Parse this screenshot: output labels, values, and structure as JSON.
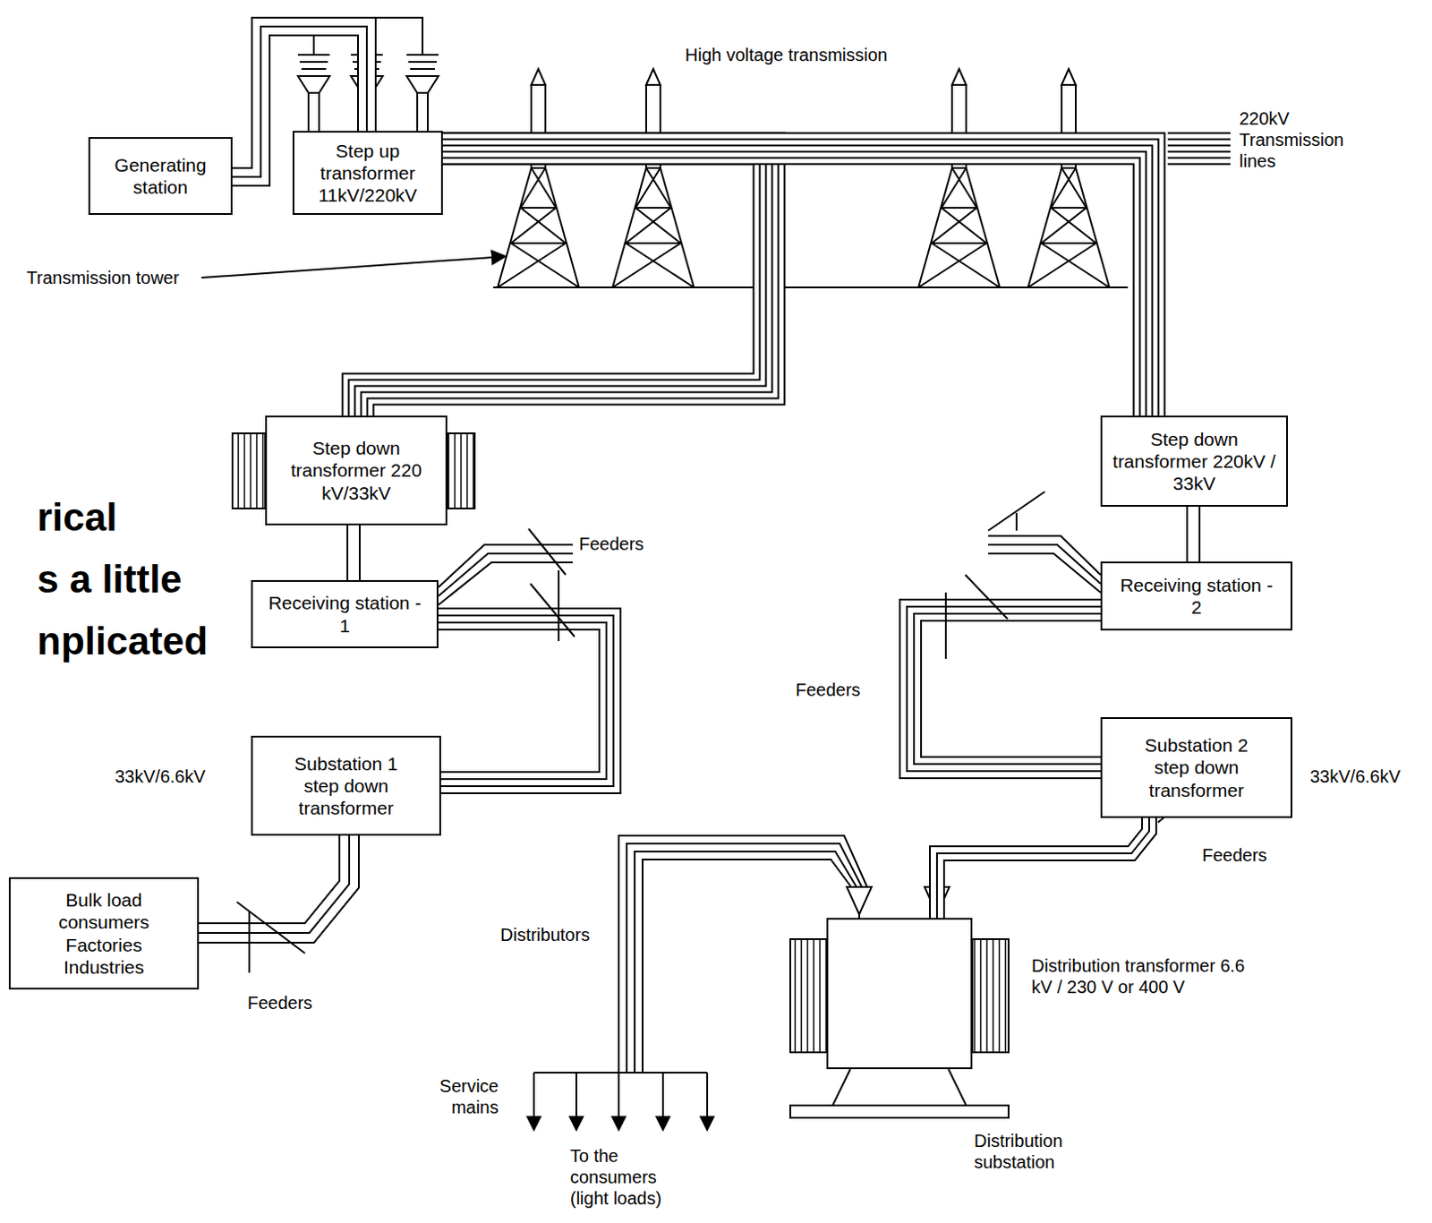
{
  "diagram": {
    "nodes": [
      {
        "text": [
          "Generating station"
        ]
      },
      {
        "text": [
          "Step up transformer 11kV/220kV"
        ]
      },
      {
        "text": [
          "Step down transformer 220 kV/33kV"
        ]
      },
      {
        "text": [
          "Step down transformer 220kV / 33kV"
        ]
      },
      {
        "text": [
          "Receiving station - 1"
        ]
      },
      {
        "text": [
          "Receiving station - 2"
        ]
      },
      {
        "text": [
          "Substation 1 step down transformer"
        ]
      },
      {
        "text": [
          "Substation 2 step down transformer"
        ]
      },
      {
        "text": [
          "Bulk load consumers Factories Industries"
        ]
      },
      {
        "text": [
          "Distribution transformer 6.6 kV / 230 V or 400 V",
          "Distribution substation"
        ]
      }
    ],
    "edges": [
      {
        "from": 0,
        "to": 1,
        "arrow": "none"
      },
      {
        "from": 1,
        "to": 2,
        "arrow": "none"
      },
      {
        "from": 1,
        "to": 3,
        "arrow": "none"
      },
      {
        "from": 2,
        "to": 4,
        "arrow": "none"
      },
      {
        "from": 4,
        "to": 6,
        "arrow": "none"
      },
      {
        "from": 6,
        "to": 8,
        "arrow": "none"
      },
      {
        "from": 3,
        "to": 5,
        "arrow": "none"
      },
      {
        "from": 5,
        "to": 7,
        "arrow": "none"
      },
      {
        "from": 7,
        "to": 9,
        "arrow": "none"
      }
    ],
    "labels": [
      "High voltage transmission",
      "220kV Transmission lines",
      "Transmission tower",
      "rical",
      "s a little",
      "nplicated",
      "Feeders",
      "33kV/6.6kV",
      "Feeders",
      "33kV/6.6kV",
      "Feeders",
      "Distributors",
      "Feeders",
      "Service mains",
      "To the consumers (light loads)"
    ]
  }
}
